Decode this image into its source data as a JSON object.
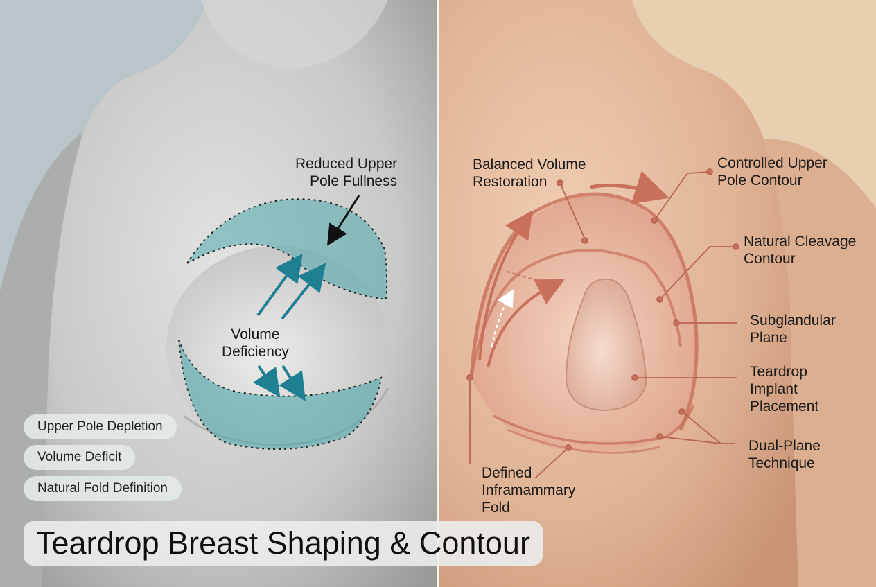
{
  "left": {
    "callout_reduced": [
      "Reduced Upper",
      "Pole Fullness"
    ],
    "callout_volume": [
      "Volume",
      "Deficiency"
    ],
    "pills": [
      "Upper Pole Depletion",
      "Volume Deficit",
      "Natural Fold Definition"
    ],
    "accent_color": "#4fa9ae"
  },
  "right": {
    "labels": {
      "balanced": [
        "Balanced Volume",
        "Restoration"
      ],
      "controlled": [
        "Controlled Upper",
        "Pole Contour"
      ],
      "cleavage": [
        "Natural Cleavage",
        "Contour"
      ],
      "subglandular": [
        "Subglandular",
        "Plane"
      ],
      "teardrop": [
        "Teardrop",
        "Implant",
        "Placement"
      ],
      "dual_plane": [
        "Dual-Plane",
        "Technique"
      ],
      "fold": [
        "Defined",
        "Inframammary",
        "Fold"
      ]
    },
    "accent_color": "#c8705a"
  },
  "title": "Teardrop Breast Shaping & Contour"
}
